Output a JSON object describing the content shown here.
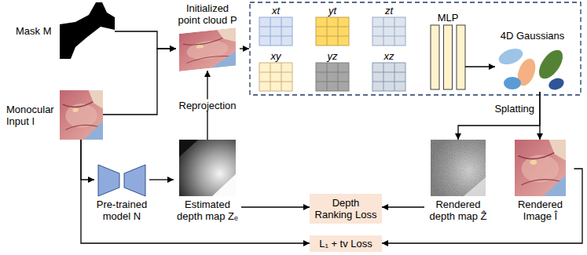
{
  "diagram": {
    "nodes": [
      {
        "text": [
          "Mask M"
        ]
      },
      {
        "text": [
          "Monocular Input I"
        ]
      },
      {
        "text": [
          "Initialized point cloud P"
        ]
      },
      {
        "text": [
          "xt"
        ]
      },
      {
        "text": [
          "yt"
        ]
      },
      {
        "text": [
          "zt"
        ]
      },
      {
        "text": [
          "xy"
        ]
      },
      {
        "text": [
          "yz"
        ]
      },
      {
        "text": [
          "xz"
        ]
      },
      {
        "text": [
          "MLP"
        ]
      },
      {
        "text": [
          "4D Gaussians"
        ]
      },
      {
        "text": [
          "Pre-trained model N"
        ]
      },
      {
        "text": [
          "Estimated depth map Zₑ"
        ]
      },
      {
        "text": [
          "Depth Ranking Loss"
        ]
      },
      {
        "text": [
          "Rendered depth map Ẑ"
        ]
      },
      {
        "text": [
          "Rendered Image Î"
        ]
      },
      {
        "text": [
          "L₁ + tv Loss"
        ]
      }
    ],
    "edges": [
      {
        "from": 0,
        "to": 2,
        "arrow": "to"
      },
      {
        "from": 1,
        "to": 2,
        "arrow": "to"
      },
      {
        "from": 9,
        "to": 10,
        "arrow": "to"
      },
      {
        "from": 10,
        "to": 14,
        "arrow": "to"
      },
      {
        "from": 10,
        "to": 15,
        "label": "Splatting",
        "arrow": "to"
      },
      {
        "from": 1,
        "to": 11,
        "arrow": "to"
      },
      {
        "from": 11,
        "to": 12,
        "arrow": "to"
      },
      {
        "from": 12,
        "to": 2,
        "label": "Reprojection",
        "arrow": "to"
      },
      {
        "from": 12,
        "to": 13,
        "arrow": "to"
      },
      {
        "from": 14,
        "to": 13,
        "arrow": "to"
      },
      {
        "from": 1,
        "to": 16,
        "arrow": "to"
      },
      {
        "from": 15,
        "to": 16,
        "arrow": "to"
      }
    ]
  }
}
